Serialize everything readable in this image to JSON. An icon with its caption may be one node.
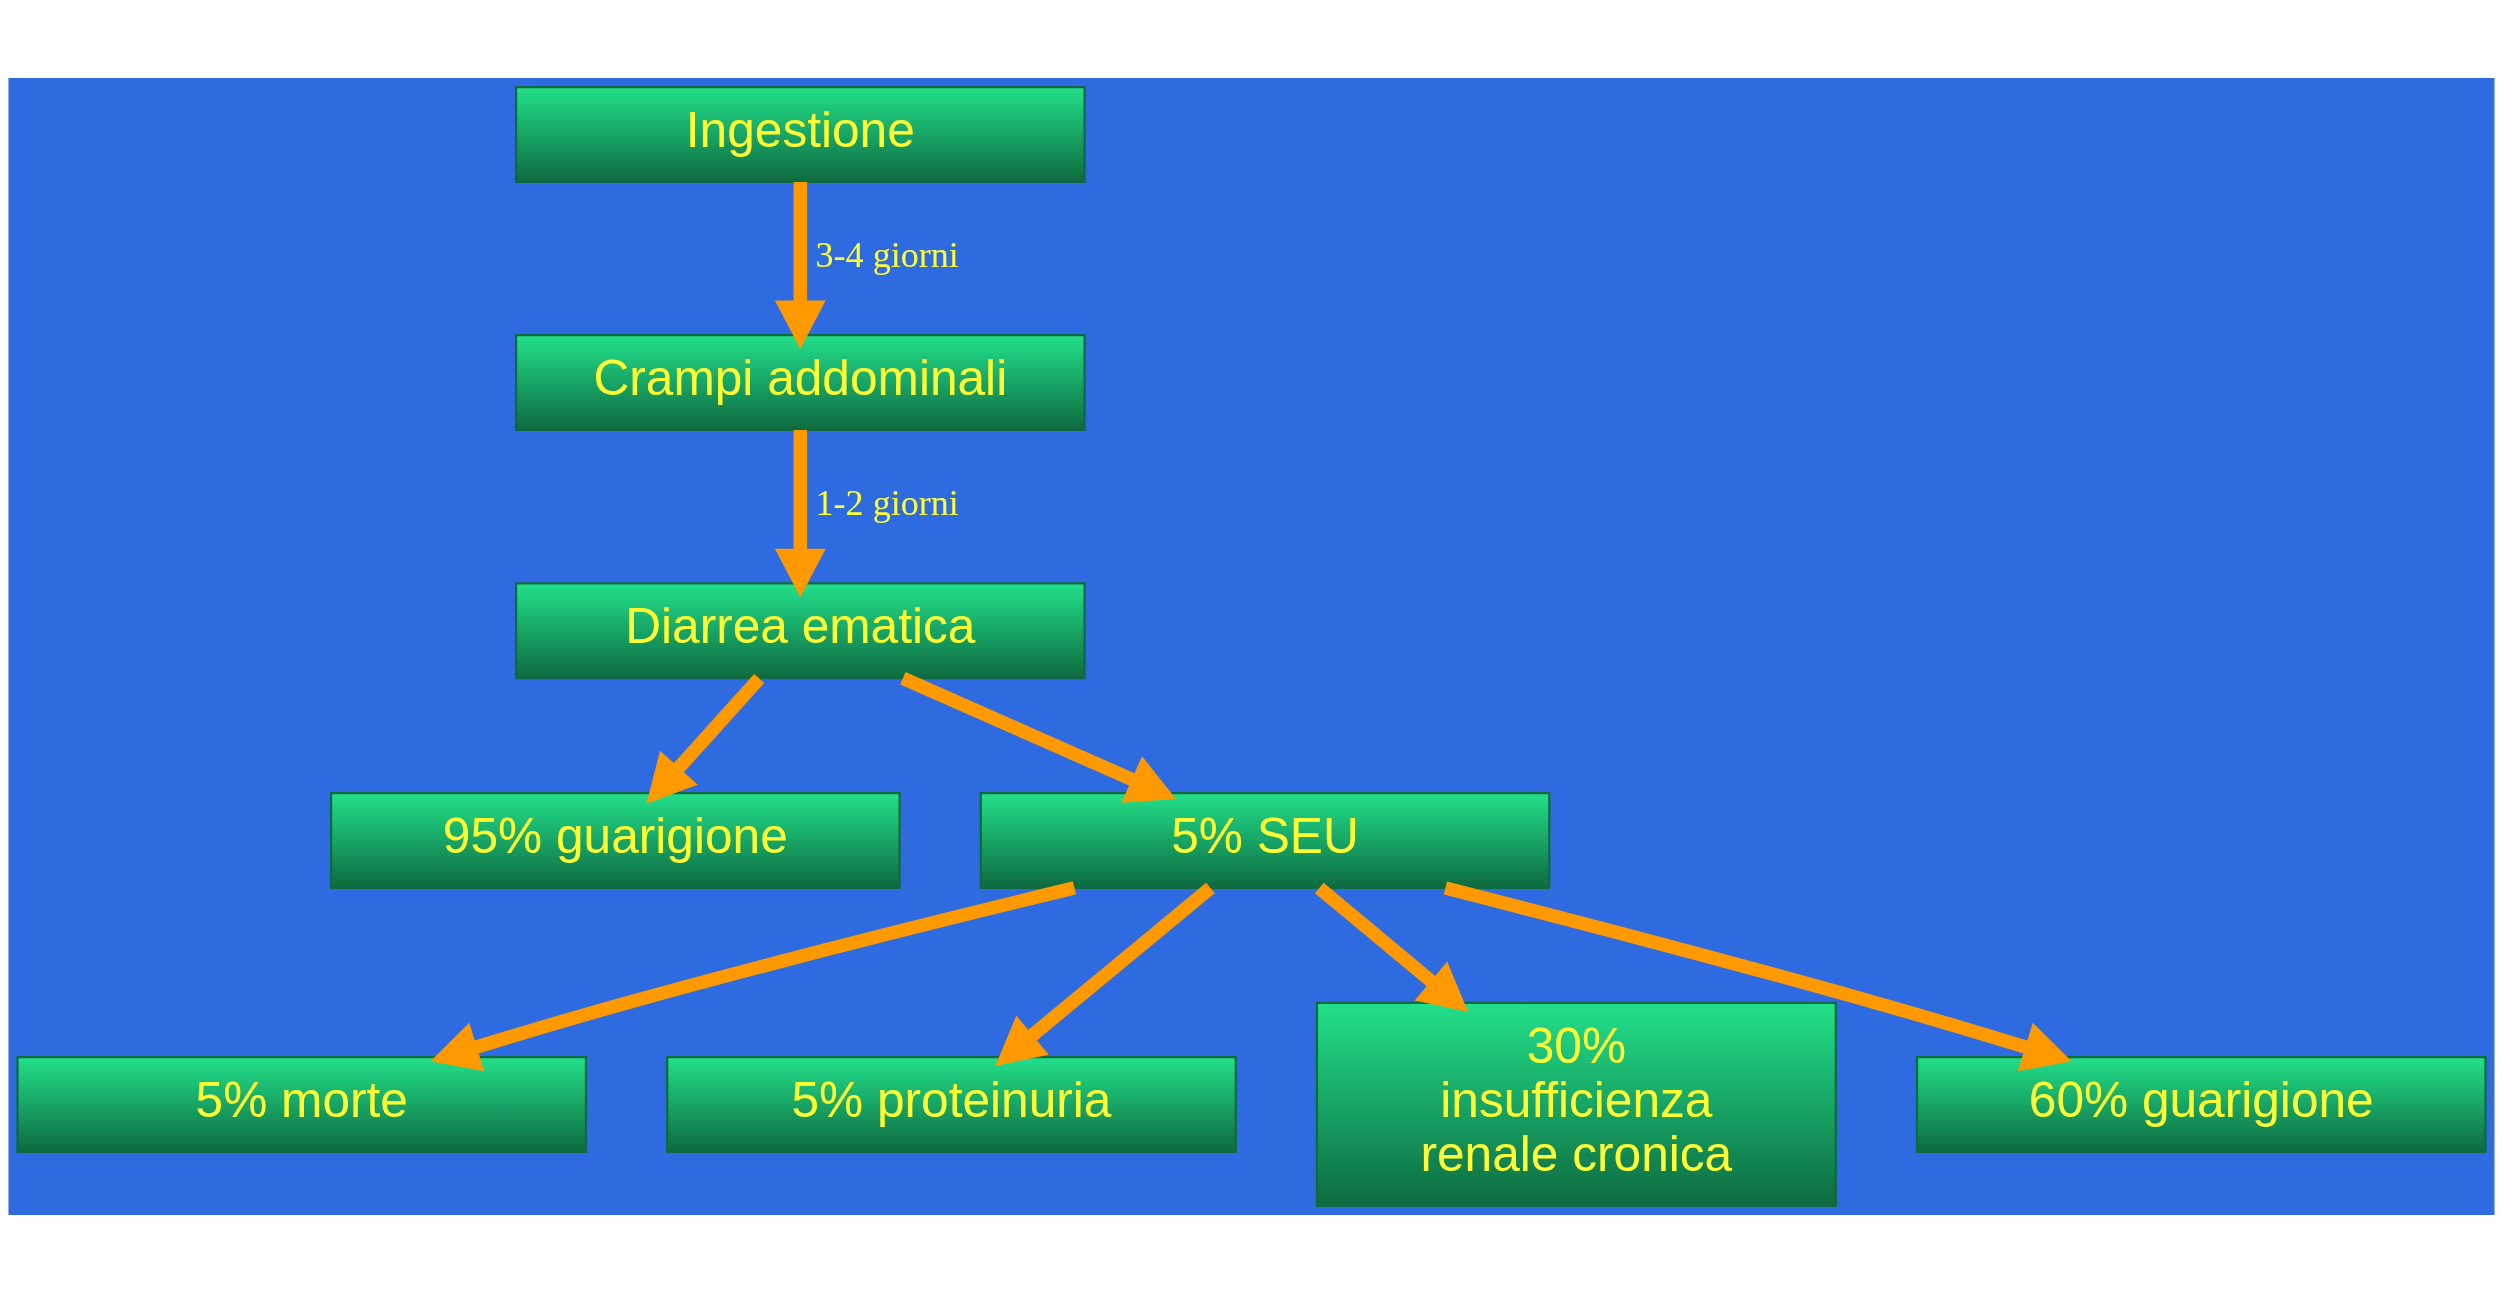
{
  "diagram": {
    "nodes": [
      {
        "text": [
          "Ingestione"
        ]
      },
      {
        "text": [
          "Crampi addominali"
        ]
      },
      {
        "text": [
          "Diarrea ematica"
        ]
      },
      {
        "text": [
          "95% guarigione"
        ]
      },
      {
        "text": [
          "5% SEU"
        ]
      },
      {
        "text": [
          "5% morte"
        ]
      },
      {
        "text": [
          "5% proteinuria"
        ]
      },
      {
        "text": [
          "30% insufficienza renale cronica"
        ]
      },
      {
        "text": [
          "60% guarigione"
        ]
      }
    ],
    "edges": [
      {
        "from": 0,
        "to": 1,
        "arrow": "to",
        "label": "3-4 giorni"
      },
      {
        "from": 1,
        "to": 2,
        "arrow": "to",
        "label": "1-2 giorni"
      },
      {
        "from": 2,
        "to": 3,
        "arrow": "to"
      },
      {
        "from": 2,
        "to": 4,
        "arrow": "to"
      },
      {
        "from": 4,
        "to": 5,
        "arrow": "to"
      },
      {
        "from": 4,
        "to": 6,
        "arrow": "to"
      },
      {
        "from": 4,
        "to": 7,
        "arrow": "to"
      },
      {
        "from": 4,
        "to": 8,
        "arrow": "to"
      }
    ]
  }
}
